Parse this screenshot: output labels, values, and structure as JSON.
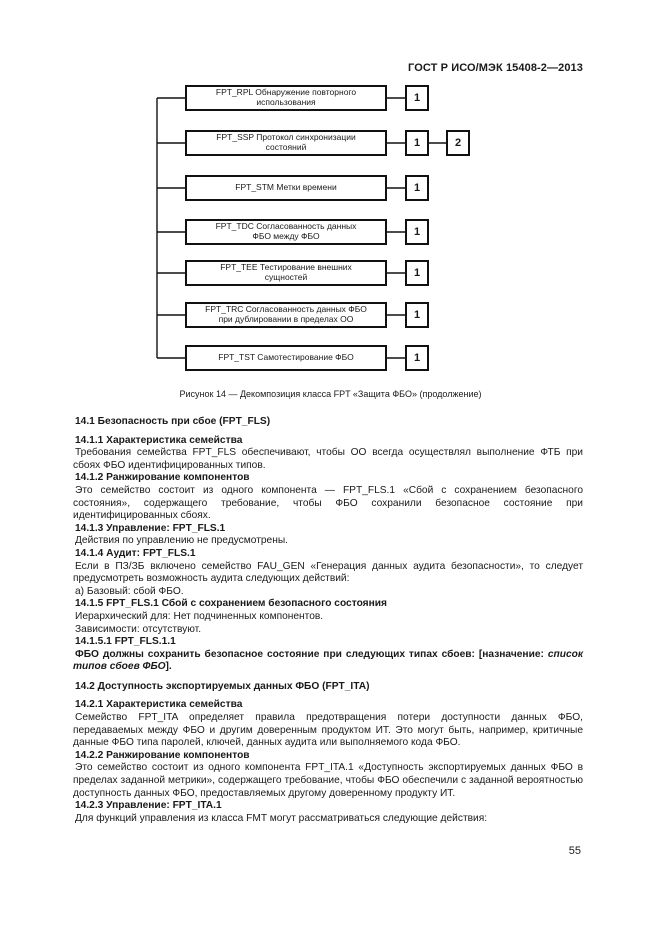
{
  "header": {
    "doc_id": "ГОСТ Р ИСО/МЭК 15408-2—2013"
  },
  "diagram": {
    "components": [
      {
        "label_line1": "FPT_RPL Обнаружение повторного",
        "label_line2": "использования",
        "levels": [
          "1"
        ]
      },
      {
        "label_line1": "FPT_SSP Протокол синхронизации",
        "label_line2": "состояний",
        "levels": [
          "1",
          "2"
        ]
      },
      {
        "label_line1": "FPT_STM Метки времени",
        "label_line2": "",
        "levels": [
          "1"
        ]
      },
      {
        "label_line1": "FPT_TDC Согласованность данных",
        "label_line2": "ФБО между ФБО",
        "levels": [
          "1"
        ]
      },
      {
        "label_line1": "FPT_TEE Тестирование внешних",
        "label_line2": "сущностей",
        "levels": [
          "1"
        ]
      },
      {
        "label_line1": "FPT_TRC Согласованность данных ФБО",
        "label_line2": "при дублировании в пределах ОО",
        "levels": [
          "1"
        ]
      },
      {
        "label_line1": "FPT_TST Самотестирование ФБО",
        "label_line2": "",
        "levels": [
          "1"
        ]
      }
    ],
    "caption": "Рисунок 14 — Декомпозиция класса FPT «Защита ФБО» (продолжение)"
  },
  "text": {
    "s14_1": "14.1  Безопасность при сбое (FPT_FLS)",
    "s14_1_1": "14.1.1  Характеристика семейства",
    "p14_1_1": "Требования семейства FPT_FLS обеспечивают, чтобы ОО всегда осуществлял выполнение ФТБ при сбоях ФБО идентифицированных типов.",
    "s14_1_2": "14.1.2  Ранжирование компонентов",
    "p14_1_2": "Это семейство состоит из одного компонента — FPT_FLS.1 «Сбой с сохранением безопасного состояния», содержащего требование, чтобы ФБО сохранили безопасное состояние при идентифицированных сбоях.",
    "s14_1_3": "14.1.3  Управление: FPT_FLS.1",
    "p14_1_3": "Действия по управлению не предусмотрены.",
    "s14_1_4": "14.1.4  Аудит: FPT_FLS.1",
    "p14_1_4": "Если в ПЗ/ЗБ включено семейство FAU_GEN «Генерация данных аудита безопасности», то следует предусмотреть возможность аудита следующих действий:",
    "p14_1_4a": "a)  Базовый: сбой ФБО.",
    "s14_1_5": "14.1.5  FPT_FLS.1 Сбой с сохранением безопасного состояния",
    "p14_1_5a": "Иерархический для:  Нет подчиненных компонентов.",
    "p14_1_5b": "Зависимости:  отсутствуют.",
    "s14_1_5_1": "14.1.5.1  FPT_FLS.1.1",
    "p14_1_5_1_bold": "ФБО должны сохранить безопасное состояние при следующих типах сбоев: [назначение:",
    "p14_1_5_1_italic": "список типов сбоев ФБО",
    "p14_1_5_1_end": "].",
    "s14_2": "14.2  Доступность экспортируемых данных ФБО (FPT_ITA)",
    "s14_2_1": "14.2.1  Характеристика семейства",
    "p14_2_1": "Семейство FPT_ITA определяет правила предотвращения потери доступности данных ФБО, передаваемых между ФБО и другим доверенным продуктом ИТ. Это могут быть, например, критичные данные ФБО типа паролей, ключей, данных аудита или выполняемого кода ФБО.",
    "s14_2_2": "14.2.2  Ранжирование компонентов",
    "p14_2_2": "Это семейство состоит из одного компонента FPT_ITA.1 «Доступность экспортируемых данных ФБО в пределах заданной метрики», содержащего требование, чтобы ФБО обеспечили с заданной вероятностью доступность данных ФБО, предоставляемых другому доверенному продукту ИТ.",
    "s14_2_3": "14.2.3  Управление: FPT_ITA.1",
    "p14_2_3": "Для функций управления из класса FMT могут рассматриваться следующие действия:"
  },
  "footer": {
    "page_number": "55"
  }
}
